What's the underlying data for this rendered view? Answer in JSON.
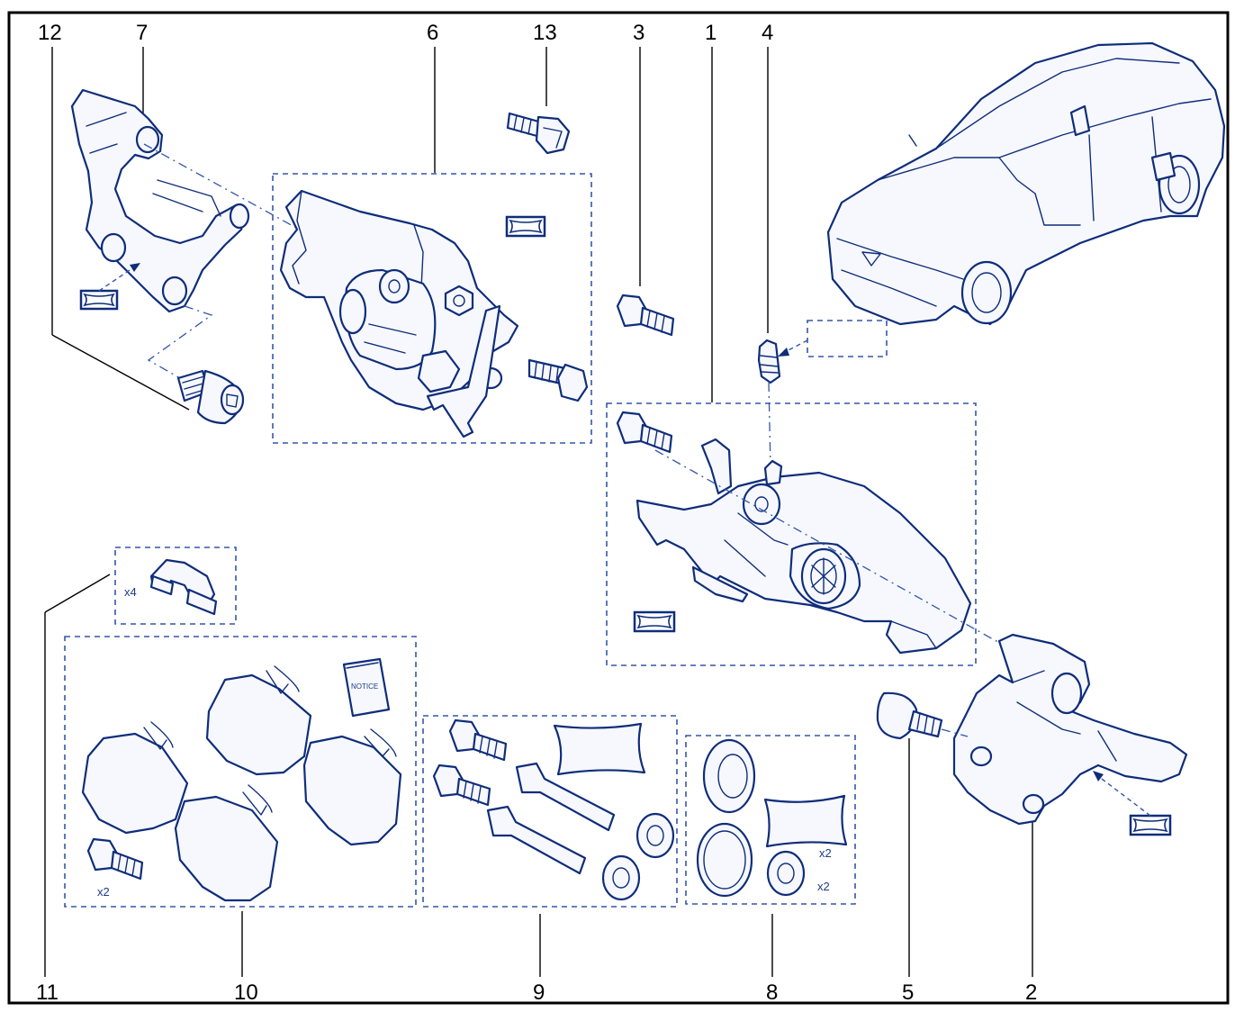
{
  "callouts": {
    "n1": "1",
    "n2": "2",
    "n3": "3",
    "n4": "4",
    "n5": "5",
    "n6": "6",
    "n7": "7",
    "n8": "8",
    "n9": "9",
    "n10": "10",
    "n11": "11",
    "n12": "12",
    "n13": "13"
  },
  "quantities": {
    "clips": "x4",
    "pad_bolts": "x2",
    "seal_grease": "x2",
    "seal_boots": "x2"
  },
  "notice_booklet": "NOTICE",
  "colors": {
    "line_art": "#0f2d7a",
    "kit_outline": "#3356a8",
    "frame": "#000000"
  }
}
